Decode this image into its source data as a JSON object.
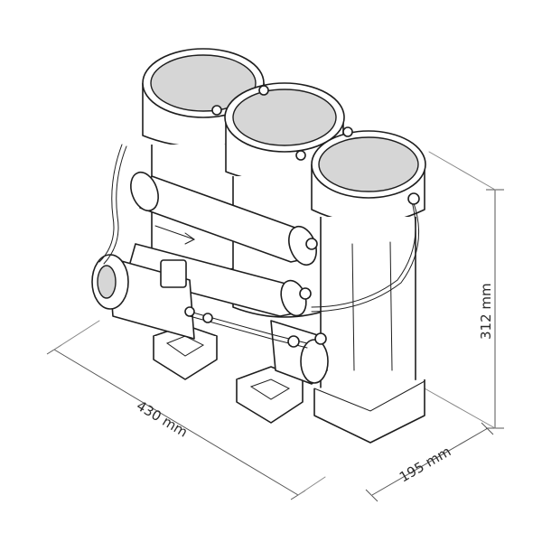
{
  "dimensions": {
    "width_label": "430 mm",
    "depth_label": "195 mm",
    "height_label": "312 mm"
  },
  "colors": {
    "line": "#1e1e1e",
    "cap_fill": "#d6d6d6",
    "background": "#ffffff"
  }
}
